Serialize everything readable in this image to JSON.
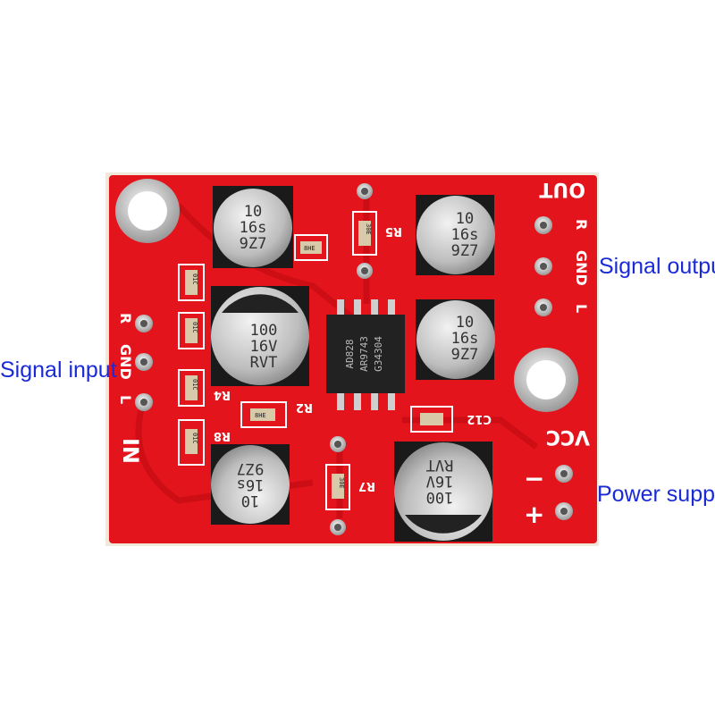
{
  "captions": {
    "input": "Signal input",
    "output": "Signal output",
    "power": "Power supply"
  },
  "silkscreen": {
    "out": "OUT",
    "out_r": "R",
    "out_gnd": "GND",
    "out_l": "L",
    "in": "IN",
    "in_r": "R",
    "in_gnd": "GND",
    "in_l": "L",
    "vcc": "VCC",
    "minus": "−",
    "plus": "+",
    "r5": "R5",
    "r2": "R2",
    "r4": "R4",
    "r8": "R8",
    "r7": "R7",
    "c12": "C12"
  },
  "ic": {
    "line1": "AD828",
    "line2": "AR9743",
    "line3": "G34304"
  },
  "small_cap": {
    "line1": "10",
    "line2": "16s",
    "line3": "9Z7"
  },
  "big_cap": {
    "line1": "100",
    "line2": "16V",
    "line3": "RVT"
  },
  "resistor_codes": {
    "a": "01C",
    "b": "30E",
    "c": "8HE"
  },
  "colors": {
    "pcb": "#e3141c",
    "caption": "#1a2bd6"
  }
}
